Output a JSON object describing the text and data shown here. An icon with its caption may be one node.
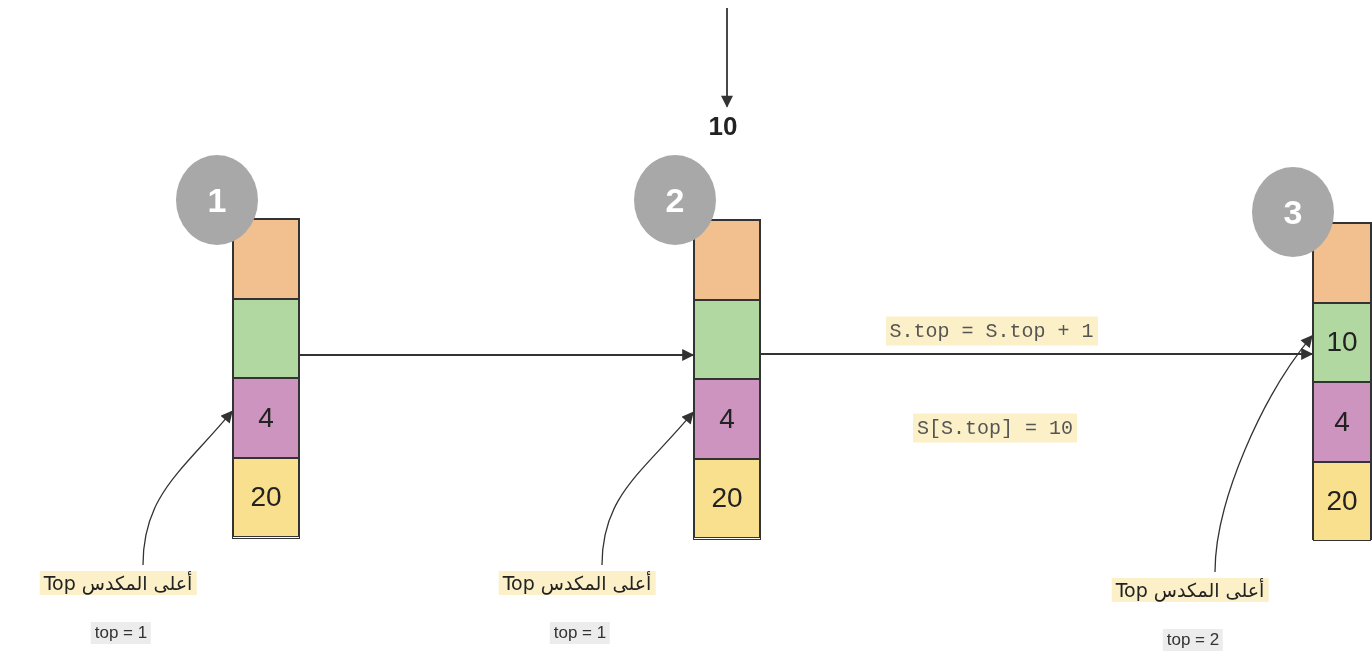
{
  "diagram": {
    "nodes": [
      {
        "text": [
          "1"
        ]
      },
      {
        "text": [],
        "shape": "box"
      },
      {
        "text": [],
        "shape": "box",
        "in": 1
      },
      {
        "text": [],
        "shape": "box",
        "in": 1
      },
      {
        "text": [
          "4"
        ],
        "in": 1
      },
      {
        "text": [
          "20"
        ],
        "in": 1
      },
      {
        "text": [
          "أعلى المكدس Top"
        ],
        "beside": [
          "top = 1"
        ]
      },
      {
        "text": [
          "10"
        ]
      },
      {
        "text": [
          "2"
        ]
      },
      {
        "text": [],
        "shape": "box"
      },
      {
        "text": [],
        "shape": "box",
        "in": 9
      },
      {
        "text": [],
        "shape": "box",
        "in": 9
      },
      {
        "text": [
          "4"
        ],
        "in": 9
      },
      {
        "text": [
          "20"
        ],
        "in": 9
      },
      {
        "text": [
          "أعلى المكدس Top"
        ],
        "beside": [
          "top = 1"
        ]
      },
      {
        "text": [
          "3"
        ]
      },
      {
        "text": [],
        "shape": "box"
      },
      {
        "text": [],
        "shape": "box",
        "in": 16
      },
      {
        "text": [
          "10"
        ],
        "in": 16
      },
      {
        "text": [
          "4"
        ],
        "in": 16
      },
      {
        "text": [
          "20"
        ],
        "in": 16
      },
      {
        "text": [
          "أعلى المكدس Top"
        ],
        "beside": [
          "top = 2"
        ]
      },
      {
        "text": [
          "S[S.top] = 10"
        ]
      }
    ],
    "edges": [
      {
        "from": null,
        "to": 7,
        "arrow": "to"
      },
      {
        "from": 1,
        "to": 9,
        "arrow": "to"
      },
      {
        "from": 9,
        "to": 16,
        "arrow": "to",
        "label": "S.top = S.top + 1"
      },
      {
        "from": 6,
        "to": 4,
        "arrow": "to"
      },
      {
        "from": 14,
        "to": 12,
        "arrow": "to"
      },
      {
        "from": 21,
        "to": 18,
        "arrow": "to"
      }
    ]
  }
}
